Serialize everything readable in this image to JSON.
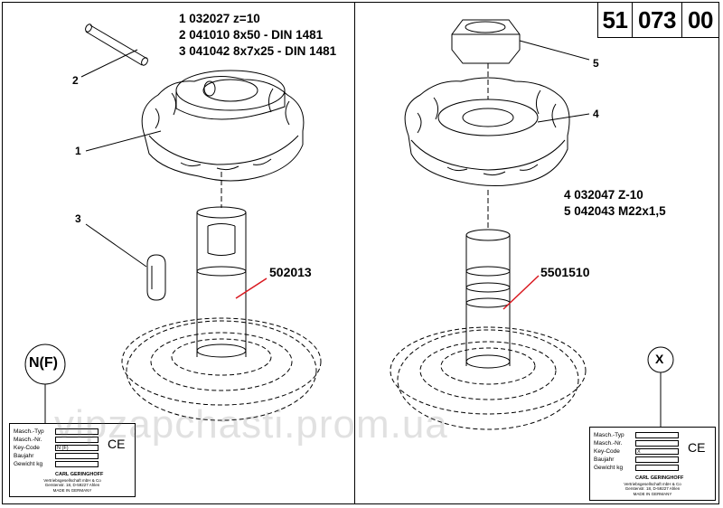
{
  "part_number": [
    "51",
    "073",
    "00"
  ],
  "left": {
    "legend": [
      "1 032027 z=10",
      "2 041010 8x50 - DIN 1481",
      "3 041042 8x7x25 - DIN 1481"
    ],
    "labels": [
      "1",
      "2",
      "3"
    ],
    "shaft_code": "502013",
    "variant": "N(F)"
  },
  "right": {
    "legend": [
      "4 032047 Z-10",
      "5 042043 M22x1,5"
    ],
    "labels": [
      "4",
      "5"
    ],
    "shaft_code": "5501510",
    "variant": "X"
  },
  "plate": {
    "rows": [
      {
        "key": "Masch.-Typ",
        "value": ""
      },
      {
        "key": "Masch.-Nr.",
        "value": ""
      },
      {
        "key": "Key-Code",
        "value": "N (F)"
      },
      {
        "key": "Baujahr",
        "value": ""
      },
      {
        "key": "Gewicht kg",
        "value": ""
      }
    ],
    "right_rows": [
      {
        "key": "Masch.-Typ",
        "value": ""
      },
      {
        "key": "Masch.-Nr.",
        "value": ""
      },
      {
        "key": "Key-Code",
        "value": "X"
      },
      {
        "key": "Baujahr",
        "value": ""
      },
      {
        "key": "Gewicht kg",
        "value": ""
      }
    ],
    "brand": "CARL GERINGHOFF",
    "address_1": "Vertriebsgesellschaft mbH & Co",
    "address_2": "Gerstenstr. 18, D-59227 Ahlen",
    "made_in": "MADE IN GERMANY",
    "ce_mark": "CE"
  },
  "watermark": "vipzapchasti.prom.ua",
  "colors": {
    "leader_red": "#d9181f",
    "line": "#000000",
    "watermark": "#9a9a9a"
  }
}
